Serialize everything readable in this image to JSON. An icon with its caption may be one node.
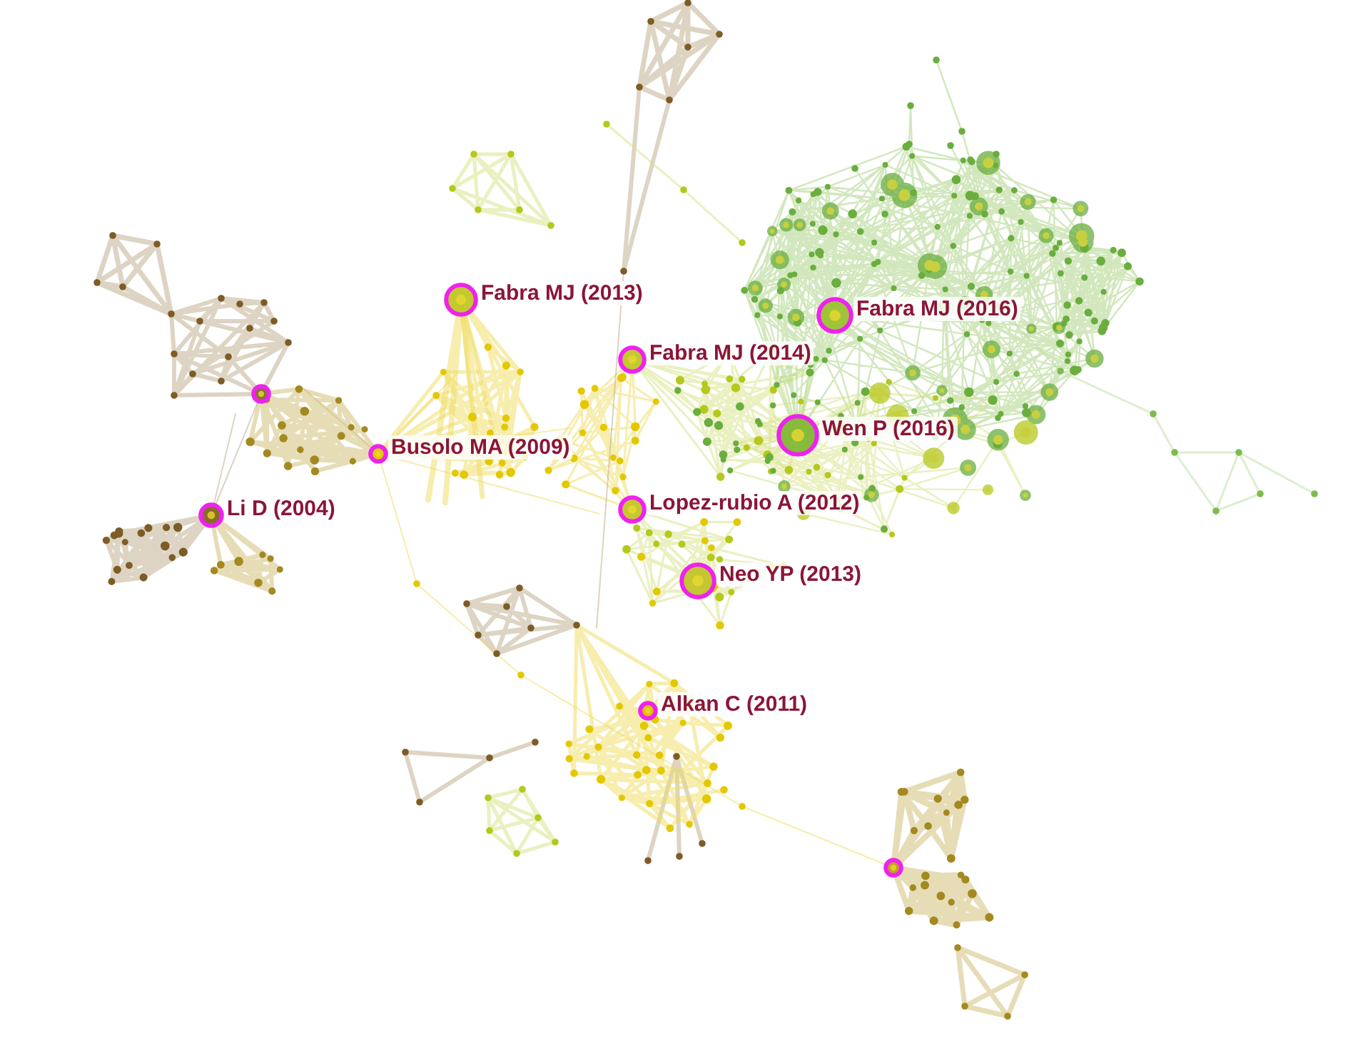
{
  "diagram": {
    "nodes": [
      {
        "text": [
          "Fabra MJ (2013)"
        ]
      },
      {
        "text": [
          "Fabra MJ (2016)"
        ]
      },
      {
        "text": [
          "Fabra MJ (2014)"
        ]
      },
      {
        "text": [],
        "shape": "circle"
      },
      {
        "text": [
          "Wen P (2016)"
        ]
      },
      {
        "text": [
          "Busolo MA (2009)"
        ]
      },
      {
        "text": [
          "Li D (2004)"
        ]
      },
      {
        "text": [
          "Lopez-rubio A (2012)"
        ]
      },
      {
        "text": [
          "Neo YP (2013)"
        ]
      },
      {
        "text": [
          "Alkan C (2011)"
        ]
      },
      {
        "text": [],
        "shape": "circle"
      }
    ]
  }
}
